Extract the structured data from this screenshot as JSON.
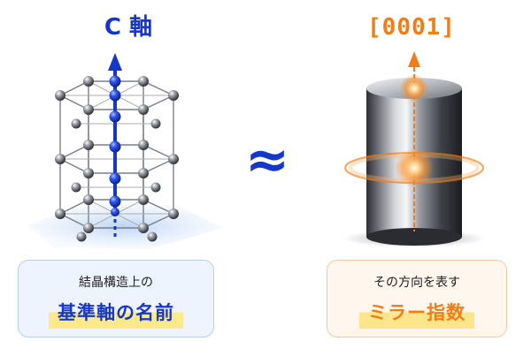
{
  "left": {
    "title": "C 軸",
    "caption_top": "結晶構造上の",
    "caption_main": "基準軸の名前"
  },
  "center": {
    "symbol": "≈"
  },
  "right": {
    "title": "[0001]",
    "caption_top": "その方向を表す",
    "caption_main": "ミラー指数"
  },
  "colors": {
    "blue": "#1637c9",
    "orange": "#f27d16",
    "lattice_line": "#7a7f88",
    "left_card_bg": "#eef4fd",
    "left_card_border": "#b9cdef",
    "left_highlight": "#fbe98a",
    "right_card_bg": "#fff6ee",
    "right_card_border": "#f2c9a4",
    "right_highlight": "#fde58c"
  }
}
